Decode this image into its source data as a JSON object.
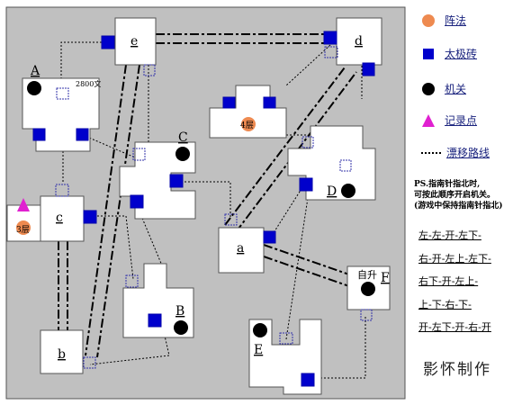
{
  "rooms": {
    "A": "A",
    "B": "B",
    "C": "C",
    "D": "D",
    "E": "E",
    "F": "F",
    "a": "a",
    "b": "b",
    "c": "c",
    "d": "d",
    "e": "e"
  },
  "annotations": {
    "price": "2800文",
    "floor4": "4层",
    "floor3": "3层",
    "ascend": "自升"
  },
  "legend": {
    "formation": "阵法",
    "tile": "太极砖",
    "mechanism": "机关",
    "record": "记录点",
    "drift": "漂移路线"
  },
  "notes": {
    "ps_line1": "PS.指南针指北时,",
    "ps_line2": "可按此顺序开启机关。",
    "ps_line3": "(游戏中保持指南针指北)"
  },
  "sequence": [
    "左-左-开-左下-",
    "右-开-左上-左下-",
    "右下-开-左上-",
    "上-下-右-下-",
    "开-左下-开-右-开"
  ],
  "author": "影怀制作",
  "colors": {
    "background": "#c0c0c0",
    "room": "#ffffff",
    "tile": "#0000cc",
    "formation": "#ee8a50",
    "record": "#e020d0",
    "mechanism": "#000000"
  }
}
